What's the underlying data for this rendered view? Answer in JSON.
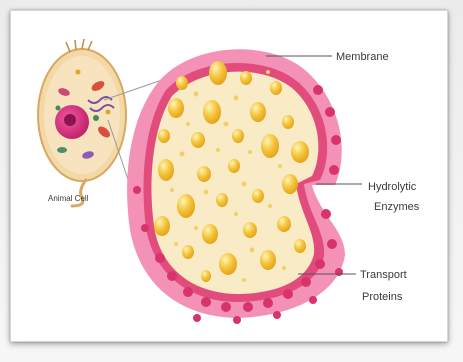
{
  "diagram": {
    "labels": {
      "membrane": "Membrane",
      "hydrolytic_line1": "Hydrolytic",
      "hydrolytic_line2": "Enzymes",
      "transport_line1": "Transport",
      "transport_line2": "Proteins",
      "animal_cell": "Animal Cell"
    },
    "colors": {
      "membrane_pink": "#e3487b",
      "membrane_light": "#f28db1",
      "cytoplasm": "#f8ebc6",
      "enzyme_yellow": "#f2c02f",
      "leader_line": "#555555"
    }
  }
}
